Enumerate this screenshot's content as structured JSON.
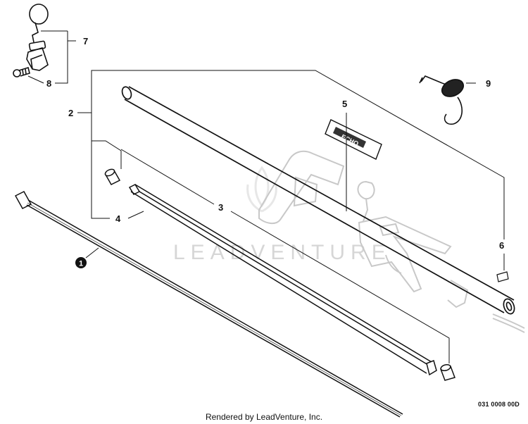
{
  "diagram": {
    "callouts": {
      "c1": "1",
      "c2": "2",
      "c3": "3",
      "c4": "4",
      "c5": "5",
      "c6": "6",
      "c7": "7",
      "c8": "8",
      "c9": "9"
    },
    "decal_text": "ECHO",
    "watermark": "LEADVENTURE",
    "reference_code": "031 0008 00D",
    "footer": "Rendered by LeadVenture, Inc."
  },
  "colors": {
    "line": "#111111",
    "watermark": "#d6d6d6"
  }
}
